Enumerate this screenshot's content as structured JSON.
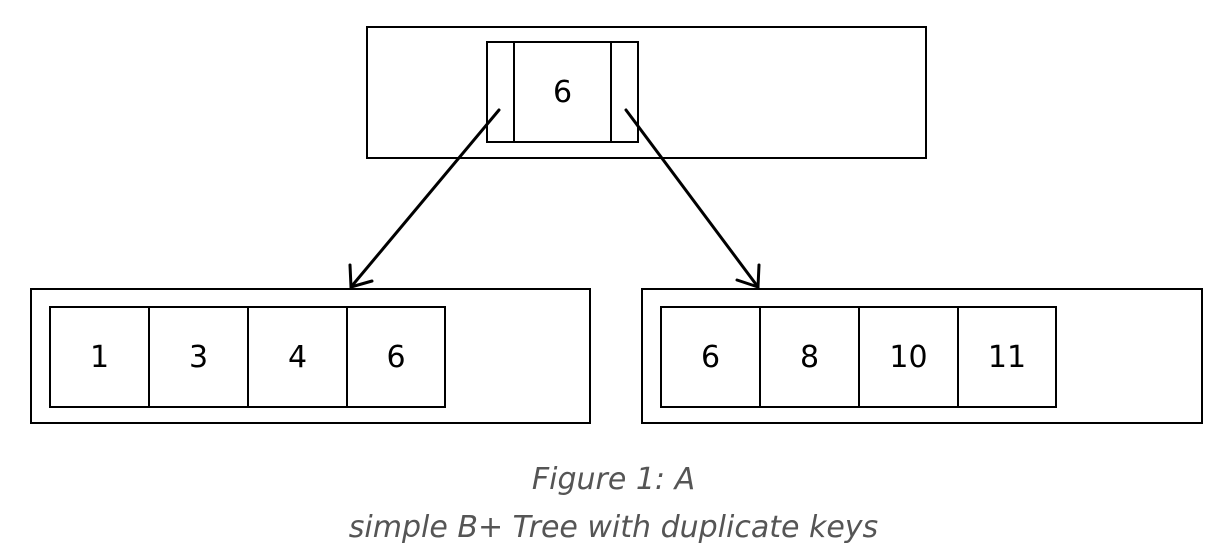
{
  "root": {
    "key": "6"
  },
  "leaves": {
    "left": [
      "1",
      "3",
      "4",
      "6"
    ],
    "right": [
      "6",
      "8",
      "10",
      "11"
    ]
  },
  "caption": {
    "line1": "Figure 1: A",
    "line2": "simple B+ Tree with duplicate keys"
  }
}
